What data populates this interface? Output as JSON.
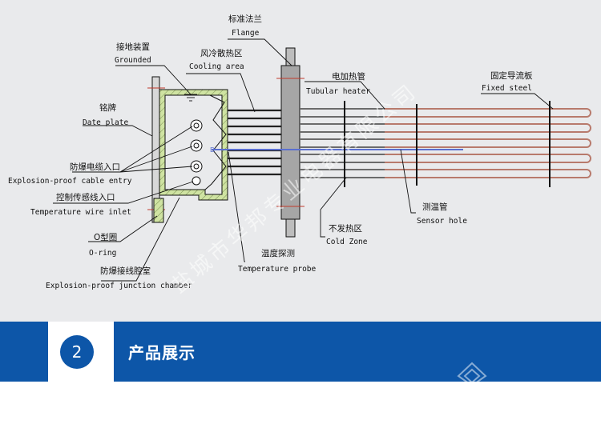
{
  "diagram": {
    "labels": {
      "flange_cn": "标准法兰",
      "flange_en": "Flange",
      "grounded_cn": "接地装置",
      "grounded_en": "Grounded",
      "cooling_cn": "风冷散热区",
      "cooling_en": "Cooling area",
      "tubular_cn": "电加热管",
      "tubular_en": "Tubular heater",
      "fixed_cn": "固定导流板",
      "fixed_en": "Fixed steel",
      "date_cn": "铭牌",
      "date_en": "Date plate",
      "cable_cn": "防爆电缆入口",
      "cable_en": "Explosion-proof cable entry",
      "wire_cn": "控制传感线入口",
      "wire_en": "Temperature wire inlet",
      "oring_cn": "O型圈",
      "oring_en": "O-ring",
      "junction_cn": "防爆接线腔室",
      "junction_en": "Explosion-proof junction chamber",
      "probe_cn": "温度探测",
      "probe_en": "Temperature probe",
      "cold_cn": "不发热区",
      "cold_en": "Cold Zone",
      "sensor_cn": "测温管",
      "sensor_en": "Sensor hole"
    },
    "watermark": "盐城市华邦专业电器有限公司",
    "colors": {
      "heater_tube": "#b87a6c",
      "heater_tube_light": "#d9b3a9",
      "chamber_fill": "#cfe3a2",
      "flange_fill": "#a6a6a6",
      "sensor_tube": "#5a6fd0"
    }
  },
  "section": {
    "step_number": "2",
    "title": "产品展示"
  },
  "theme": {
    "band_color": "#0d56a8",
    "diagram_background": "#e9eaec"
  }
}
